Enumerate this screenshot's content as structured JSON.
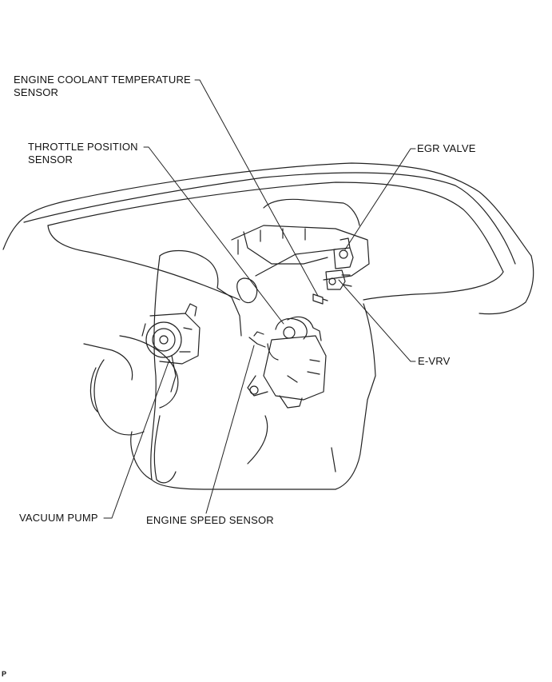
{
  "labels": {
    "engine_coolant_temperature_sensor": [
      "ENGINE COOLANT TEMPERATURE",
      "SENSOR"
    ],
    "throttle_position_sensor": [
      "THROTTLE POSITION",
      "SENSOR"
    ],
    "egr_valve": "EGR VALVE",
    "e_vrv": "E-VRV",
    "vacuum_pump": "VACUUM PUMP",
    "engine_speed_sensor": "ENGINE SPEED SENSOR"
  },
  "figure_code": "P",
  "colors": {
    "line": "#222222",
    "background": "#ffffff"
  }
}
